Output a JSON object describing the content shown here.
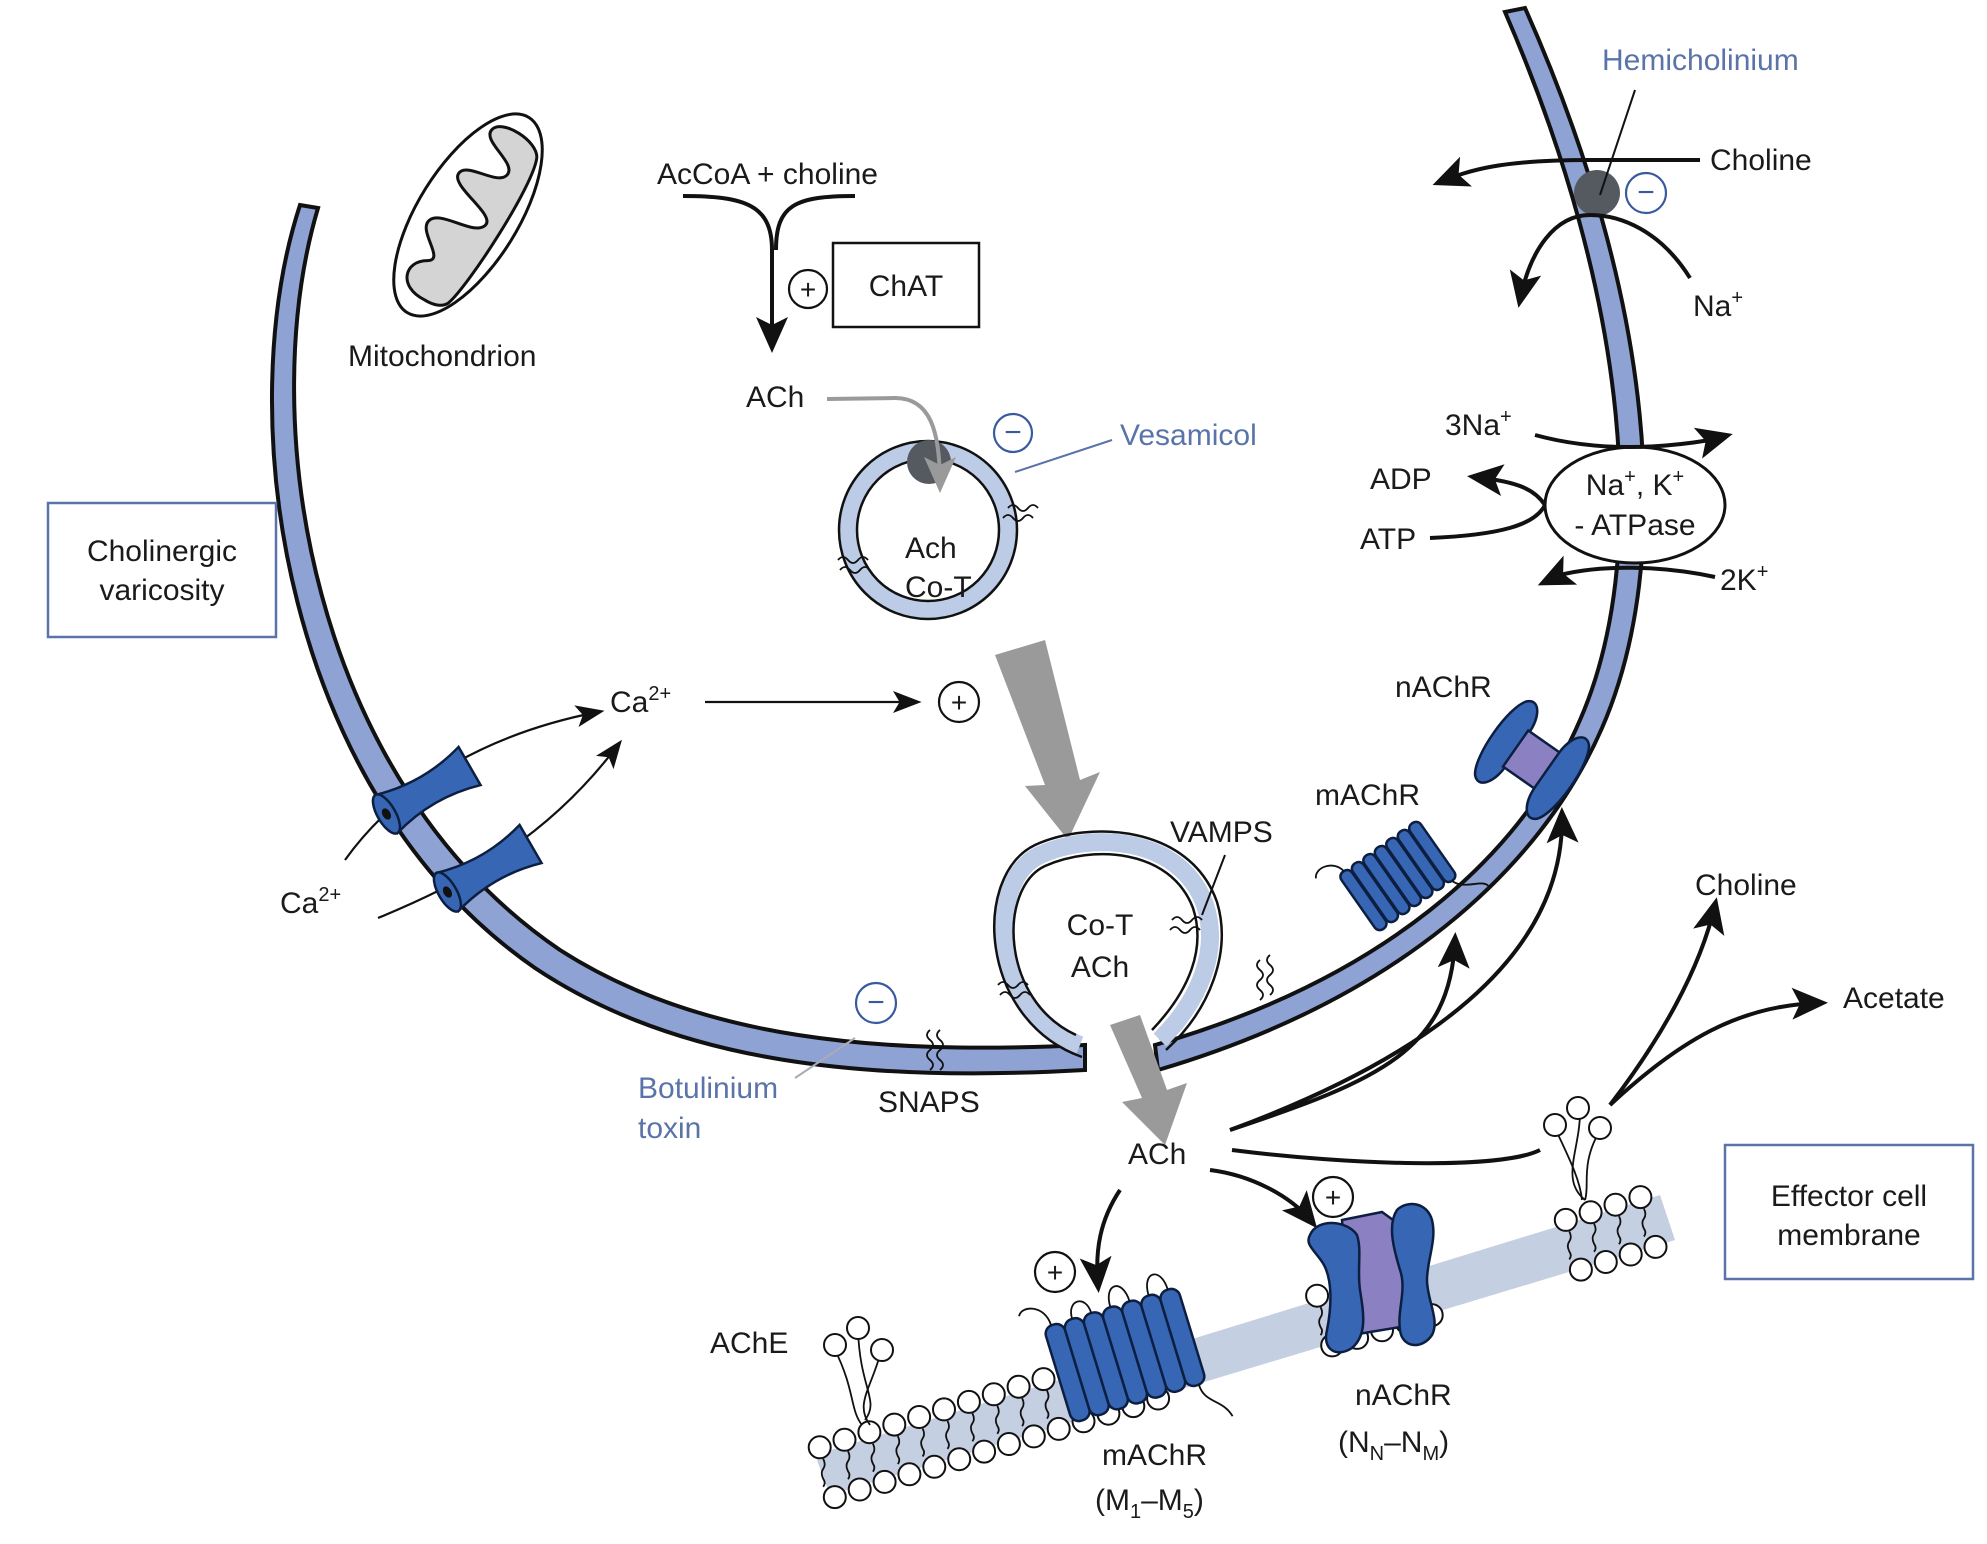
{
  "title_boxes": {
    "presynaptic": [
      "Cholinergic",
      "varicosity"
    ],
    "postsynaptic": [
      "Effector cell",
      "membrane"
    ]
  },
  "organelles": {
    "mitochondrion": "Mitochondrion"
  },
  "synthesis": {
    "substrates": "AcCoA + choline",
    "enzyme": "ChAT",
    "product": "ACh",
    "effect_sign": "+"
  },
  "vesicle_loading": {
    "inhibitor": "Vesamicol",
    "inhibitor_sign": "−",
    "contents": [
      "Ach",
      "Co-T"
    ]
  },
  "fusing_vesicle": {
    "contents": [
      "Co-T",
      "ACh"
    ],
    "vamps_label": "VAMPS",
    "snaps_label": "SNAPS"
  },
  "calcium": {
    "outside": "Ca",
    "outside_sup": "2+",
    "inside": "Ca",
    "inside_sup": "2+",
    "effect_sign": "+"
  },
  "botulinum": {
    "label": [
      "Botulinium",
      "toxin"
    ],
    "sign": "−"
  },
  "choline_uptake": {
    "inhibitor": "Hemicholinium",
    "inhibitor_sign": "−",
    "choline": "Choline",
    "sodium": "Na",
    "sodium_sup": "+"
  },
  "pump": {
    "label_line1_a": "Na",
    "label_line1_sup_a": "+",
    "label_line1_b": ", K",
    "label_line1_sup_b": "+",
    "label_line2": "- ATPase",
    "na_in": "3Na",
    "na_sup": "+",
    "k_in": "2K",
    "k_sup": "+",
    "adp": "ADP",
    "atp": "ATP"
  },
  "presynaptic_receptors": {
    "nicotinic": "nAChR",
    "muscarinic": "mAChR"
  },
  "cleft": {
    "ach": "ACh",
    "choline": "Choline",
    "acetate": "Acetate",
    "ache": "AChE"
  },
  "postsynaptic_receptors": {
    "muscarinic": "mAChR",
    "muscarinic_sub": {
      "open": "(M",
      "s1": "1",
      "dash": "–M",
      "s2": "5",
      "close": ")"
    },
    "muscarinic_sign": "+",
    "nicotinic": "nAChR",
    "nicotinic_sub": {
      "open": "(N",
      "s1": "N",
      "dash": "–N",
      "s2": "M",
      "close": ")"
    },
    "nicotinic_sign": "+"
  },
  "colors": {
    "membrane": "#8fa2d4",
    "vesicle": "#bccbe6",
    "receptor": "#3766b5",
    "receptor_core": "#8a80c2",
    "inhibitor_text": "#5a73a8",
    "bilayer": "#c5cfe2",
    "transporter": "#555a60"
  }
}
